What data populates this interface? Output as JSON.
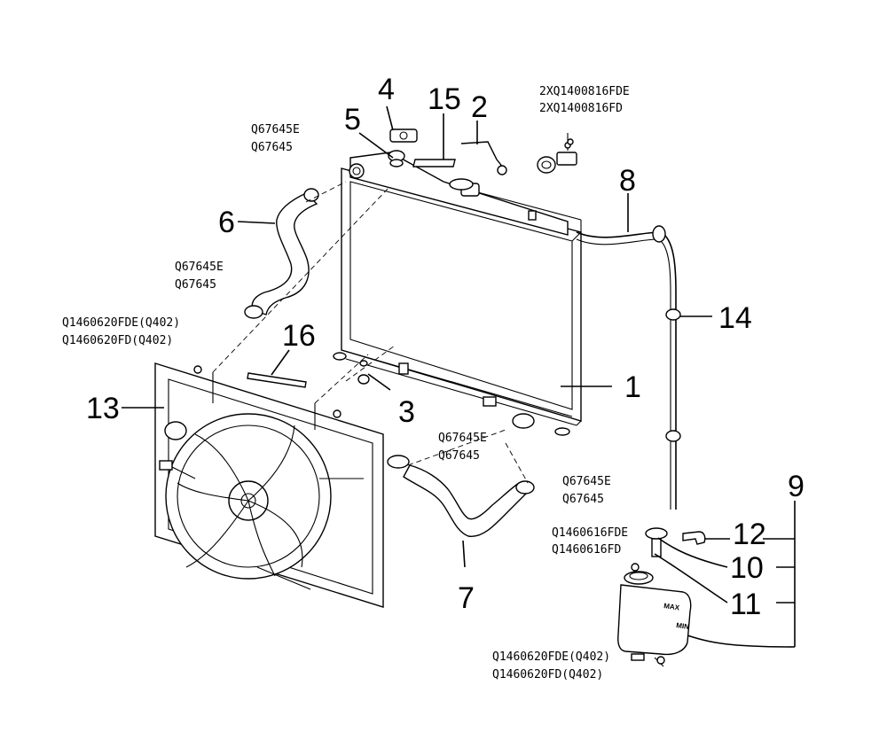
{
  "callouts": {
    "c1": "1",
    "c2": "2",
    "c3": "3",
    "c4": "4",
    "c5": "5",
    "c6": "6",
    "c7": "7",
    "c8": "8",
    "c9": "9",
    "c10": "10",
    "c11": "11",
    "c12": "12",
    "c13": "13",
    "c14": "14",
    "c15": "15",
    "c16": "16"
  },
  "part_numbers": {
    "cap_screw_a": "2XQ1400816FDE",
    "cap_screw_b": "2XQ1400816FD",
    "clamp_upper_top_a": "Q67645E",
    "clamp_upper_top_b": "Q67645",
    "clamp_upper_bottom_a": "Q67645E",
    "clamp_upper_bottom_b": "Q67645",
    "fan_bolt_a": "Q1460620FDE(Q402)",
    "fan_bolt_b": "Q1460620FD(Q402)",
    "clamp_lower_top_a": "Q67645E",
    "clamp_lower_top_b": "Q67645",
    "clamp_lower_bottom_a": "Q67645E",
    "clamp_lower_bottom_b": "Q67645",
    "reservoir_bolt_top_a": "Q1460616FDE",
    "reservoir_bolt_top_b": "Q1460616FD",
    "reservoir_bolt_bottom_a": "Q1460620FDE(Q402)",
    "reservoir_bolt_bottom_b": "Q1460620FD(Q402)"
  },
  "tank_labels": {
    "max": "MAX",
    "min": "MIN"
  }
}
